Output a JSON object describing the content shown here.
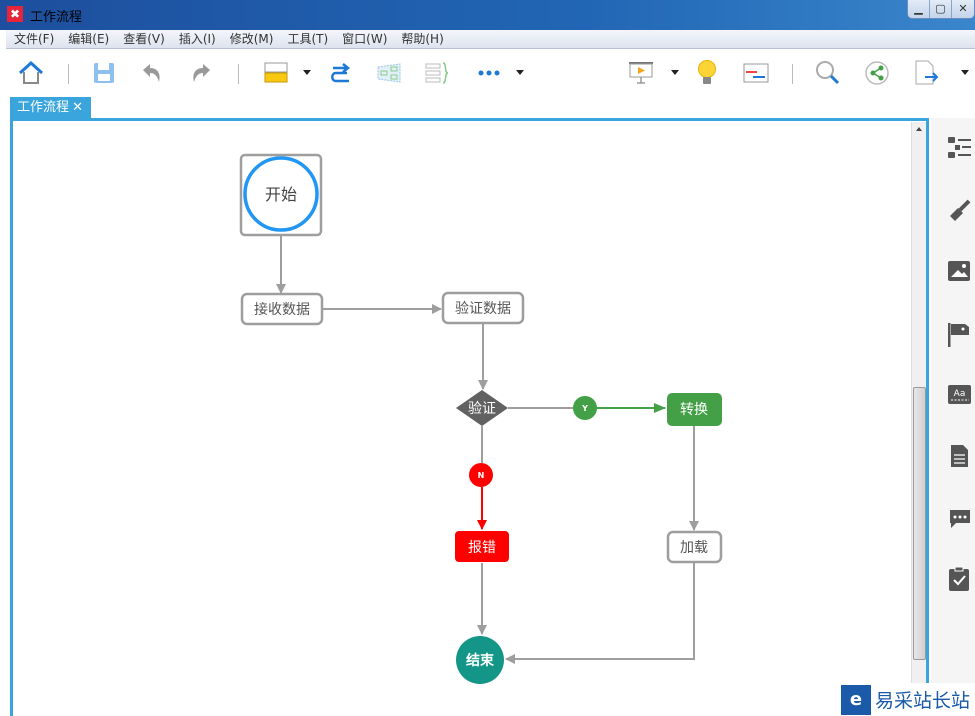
{
  "window": {
    "title": "工作流程",
    "app_icon": "✖",
    "controls": [
      "▁",
      "▢",
      "✕"
    ]
  },
  "menu": [
    "文件(F)",
    "编辑(E)",
    "查看(V)",
    "插入(I)",
    "修改(M)",
    "工具(T)",
    "窗口(W)",
    "帮助(H)"
  ],
  "tab": {
    "label": "工作流程",
    "close": "✕"
  },
  "diagram": {
    "start": "开始",
    "receive": "接收数据",
    "validate_data": "验证数据",
    "validate": "验证",
    "yes": "Y",
    "no": "N",
    "convert": "转换",
    "error": "报错",
    "load": "加载",
    "end": "结束"
  },
  "colors": {
    "accent": "#3aa4dc",
    "green": "#43a047",
    "red": "#ff0000",
    "teal": "#139688",
    "gray": "#666666"
  },
  "side_panel": {
    "text_icon": "Aa"
  },
  "watermark": {
    "text": "易采站长站",
    "logo": "e"
  }
}
